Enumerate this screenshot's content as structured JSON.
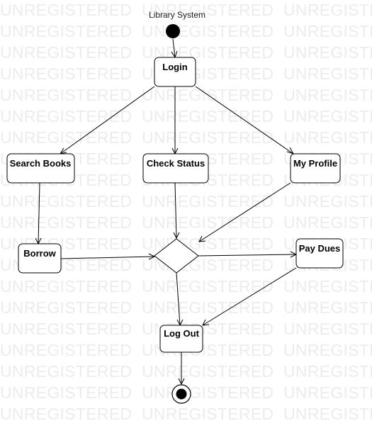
{
  "diagram": {
    "title": "Library System",
    "watermark_text": "UNREGISTERED",
    "nodes": {
      "login": "Login",
      "search_books": "Search Books",
      "check_status": "Check Status",
      "my_profile": "My Profile",
      "borrow": "Borrow",
      "pay_dues": "Pay Dues",
      "log_out": "Log Out"
    },
    "colors": {
      "stroke": "#000000",
      "fill": "#ffffff",
      "watermark": "#ececec"
    }
  }
}
